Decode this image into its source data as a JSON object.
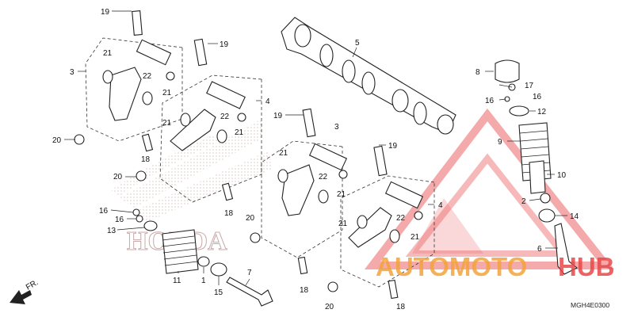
{
  "diagram": {
    "code": "MGH4E0300",
    "front_marker": "FR.",
    "watermark": {
      "brand_a": "AUTOMOTO",
      "brand_b": "HUB",
      "red": "#e8484a",
      "orange": "#f3a43a"
    },
    "background_logo": "HONDA",
    "callouts": [
      {
        "id": "c1",
        "text": "19"
      },
      {
        "id": "c2",
        "text": "19"
      },
      {
        "id": "c3",
        "text": "3"
      },
      {
        "id": "c4",
        "text": "21"
      },
      {
        "id": "c5",
        "text": "22"
      },
      {
        "id": "c6",
        "text": "21"
      },
      {
        "id": "c7",
        "text": "20"
      },
      {
        "id": "c8",
        "text": "4"
      },
      {
        "id": "c9",
        "text": "21"
      },
      {
        "id": "c10",
        "text": "22"
      },
      {
        "id": "c11",
        "text": "21"
      },
      {
        "id": "c12",
        "text": "18"
      },
      {
        "id": "c13",
        "text": "20"
      },
      {
        "id": "c14",
        "text": "18"
      },
      {
        "id": "c15",
        "text": "16"
      },
      {
        "id": "c16",
        "text": "16"
      },
      {
        "id": "c17",
        "text": "13"
      },
      {
        "id": "c18",
        "text": "11"
      },
      {
        "id": "c19",
        "text": "1"
      },
      {
        "id": "c20",
        "text": "15"
      },
      {
        "id": "c21",
        "text": "7"
      },
      {
        "id": "c22",
        "text": "5"
      },
      {
        "id": "c23",
        "text": "19"
      },
      {
        "id": "c24",
        "text": "3"
      },
      {
        "id": "c25",
        "text": "21"
      },
      {
        "id": "c26",
        "text": "22"
      },
      {
        "id": "c27",
        "text": "21"
      },
      {
        "id": "c28",
        "text": "19"
      },
      {
        "id": "c29",
        "text": "4"
      },
      {
        "id": "c30",
        "text": "21"
      },
      {
        "id": "c31",
        "text": "22"
      },
      {
        "id": "c32",
        "text": "21"
      },
      {
        "id": "c33",
        "text": "20"
      },
      {
        "id": "c34",
        "text": "18"
      },
      {
        "id": "c35",
        "text": "20"
      },
      {
        "id": "c36",
        "text": "18"
      },
      {
        "id": "c37",
        "text": "8"
      },
      {
        "id": "c38",
        "text": "17"
      },
      {
        "id": "c39",
        "text": "16"
      },
      {
        "id": "c40",
        "text": "16"
      },
      {
        "id": "c41",
        "text": "12"
      },
      {
        "id": "c42",
        "text": "9"
      },
      {
        "id": "c43",
        "text": "10"
      },
      {
        "id": "c44",
        "text": "2"
      },
      {
        "id": "c45",
        "text": "14"
      },
      {
        "id": "c46",
        "text": "6"
      }
    ]
  }
}
